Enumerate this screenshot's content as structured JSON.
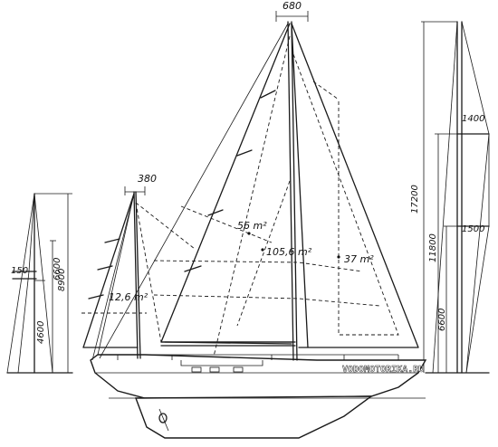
{
  "sail_areas": {
    "main": "56 m²",
    "genoa": "105,6 m²",
    "jib": "37 m²",
    "mizzen": "12,6 m²"
  },
  "dimensions": {
    "main_top_width": "680",
    "mizzen_top_width": "380",
    "left_diagram": {
      "spreader": "150",
      "upper": "6600",
      "total": "8900",
      "lower": "4600"
    },
    "right_diagram": {
      "total": "17200",
      "upper_spreader": "1400",
      "lower_spreader": "1500",
      "upper": "11800",
      "lower": "6600"
    }
  },
  "watermark": "VODOMOTORIKA.RU"
}
